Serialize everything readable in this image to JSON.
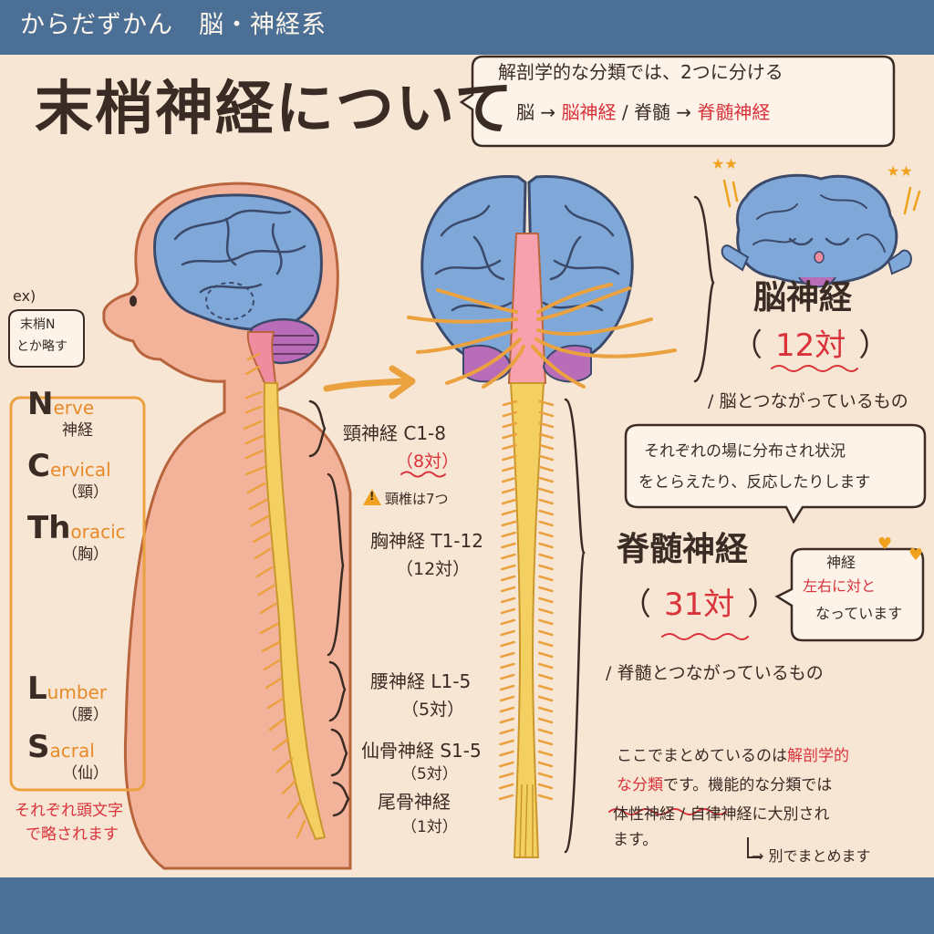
{
  "header": {
    "title": "からだずかん　脳・神経系"
  },
  "title": "末梢神経について",
  "anatomy_note": {
    "line1": "解剖学的な分類では、2つに分ける",
    "line2_a": "脳 → ",
    "line2_b": "脳神経",
    "line2_c": " / 脊髄 → ",
    "line2_d": "脊髄神経"
  },
  "ex_note": {
    "label": "ex)",
    "line1": "末梢N",
    "line2": "とか略す"
  },
  "letters": [
    {
      "initial": "N",
      "rest": "erve",
      "jp": "神経"
    },
    {
      "initial": "C",
      "rest": "ervical",
      "jp": "（頸）"
    },
    {
      "initial": "Th",
      "rest": "oracic",
      "jp": "（胸）"
    },
    {
      "initial": "L",
      "rest": "umber",
      "jp": "（腰）"
    },
    {
      "initial": "S",
      "rest": "acral",
      "jp": "（仙）"
    }
  ],
  "abbrev_note": {
    "line1": "それぞれ頭文字",
    "line2": "で略されます"
  },
  "spinal_sections": {
    "cervical": {
      "name": "頸神経 C1-8",
      "count": "（8対）"
    },
    "warning": "頸椎は7つ",
    "thoracic": {
      "name": "胸神経 T1-12",
      "count": "（12対）"
    },
    "lumbar": {
      "name": "腰神経 L1-5",
      "count": "（5対）"
    },
    "sacral": {
      "name": "仙骨神経 S1-5",
      "count": "（5対）"
    },
    "coccygeal": {
      "name": "尾骨神経",
      "count": "（1対）"
    }
  },
  "cranial": {
    "title": "脳神経",
    "count_open": "（",
    "count": "12対",
    "count_close": "）",
    "desc": "/ 脳とつながっているもの"
  },
  "bubble": {
    "line1": "それぞれの場に分布され状況",
    "line2": "をとらえたり、反応したりします"
  },
  "spinal": {
    "title": "脊髄神経",
    "count_open": "（",
    "count": "31対",
    "count_close": "）",
    "desc": "/ 脊髄とつながっているもの"
  },
  "pair_note": {
    "line1": "神経",
    "line2": "左右に対と",
    "line3": "なっています"
  },
  "footer_note": {
    "l1a": "ここでまとめているのは",
    "l1b": "解剖学的",
    "l2a": "な分類",
    "l2b": "です。機能的な分類では",
    "l3a": "体性神経",
    "l3b": " / ",
    "l3c": "自律神経",
    "l3d": "に大別され",
    "l4": "ます。",
    "l5": "→ 別でまとめます"
  },
  "colors": {
    "brain": "#7fa8d9",
    "brain_line": "#3b4a6a",
    "cerebellum": "#b96cb7",
    "spinal_cord": "#f4d063",
    "nerve": "#eaa13e",
    "accent_red": "#d9323b",
    "skin": "#f3b39a",
    "header_band": "#4c6f96"
  }
}
